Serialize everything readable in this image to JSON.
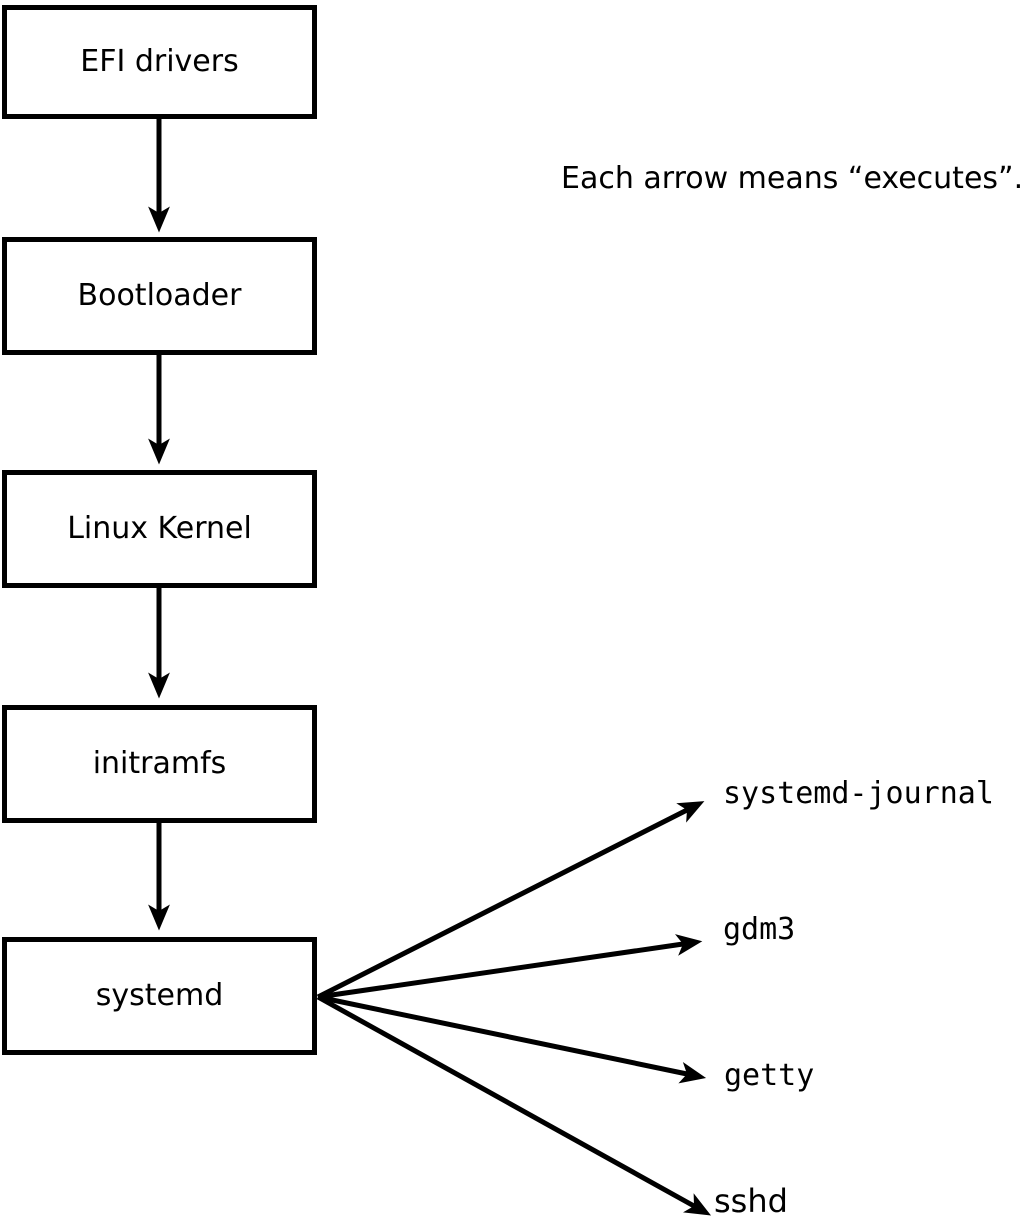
{
  "diagram": {
    "note": "Each arrow means “executes”.",
    "arrow_meaning": "executes",
    "chain": [
      {
        "id": "efi-drivers",
        "label": "EFI drivers"
      },
      {
        "id": "bootloader",
        "label": "Bootloader"
      },
      {
        "id": "linux-kernel",
        "label": "Linux Kernel"
      },
      {
        "id": "initramfs",
        "label": "initramfs"
      },
      {
        "id": "systemd",
        "label": "systemd"
      }
    ],
    "spawned_processes": [
      {
        "id": "systemd-journal",
        "label": "systemd-journal"
      },
      {
        "id": "gdm3",
        "label": "gdm3"
      },
      {
        "id": "getty",
        "label": "getty"
      },
      {
        "id": "sshd",
        "label": "sshd"
      }
    ],
    "colors": {
      "line": "#000000",
      "text": "#000000",
      "box_fill": "#ffffff",
      "background": "#ffffff"
    }
  }
}
